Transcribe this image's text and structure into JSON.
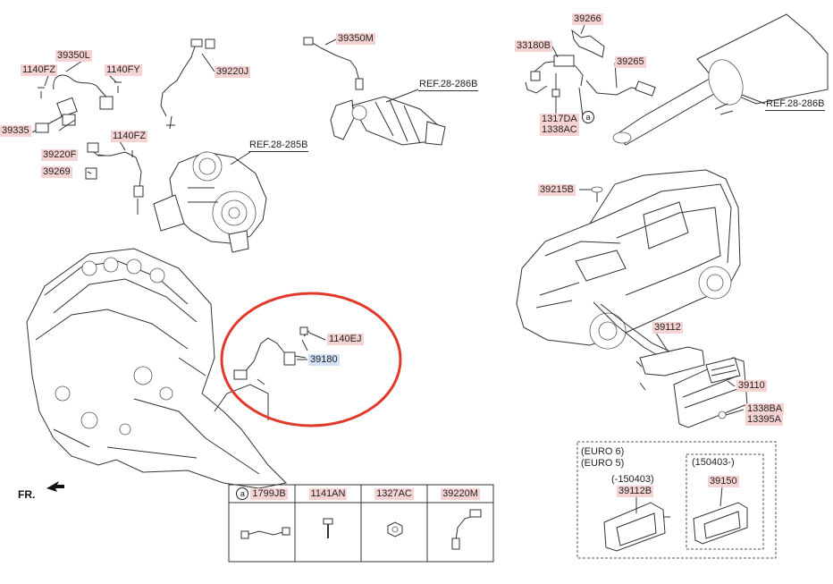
{
  "labels": {
    "p39350L": "39350L",
    "p1140FZ_a": "1140FZ",
    "p1140FY": "1140FY",
    "p39220J": "39220J",
    "p39335": "39335",
    "p1140FZ_b": "1140FZ",
    "p39220F": "39220F",
    "p39269": "39269",
    "p39350M": "39350M",
    "p39266": "39266",
    "p33180B": "33180B",
    "p39265": "39265",
    "p1317DA": "1317DA",
    "p1338AC": "1338AC",
    "p39215B": "39215B",
    "p1140EJ": "1140EJ",
    "p39180": "39180",
    "p39112": "39112",
    "p39110": "39110",
    "p1338BA": "1338BA",
    "p13395A": "13395A",
    "p39112B": "39112B",
    "p39150": "39150"
  },
  "refs": {
    "r285B": "REF.28-285B",
    "r286B_a": "REF.28-286B",
    "r286B_b": "REF.28-286B"
  },
  "callout_a": "a",
  "fr": "FR.",
  "variants": {
    "euro6": "(EURO 6)",
    "euro5": "(EURO 5)",
    "date_before": "(-150403)",
    "date_after": "(150403-)"
  },
  "table": {
    "headers": [
      "1799JB",
      "1141AN",
      "1327AC",
      "39220M"
    ],
    "callout": "a"
  },
  "highlight_color": "#e03a2a"
}
